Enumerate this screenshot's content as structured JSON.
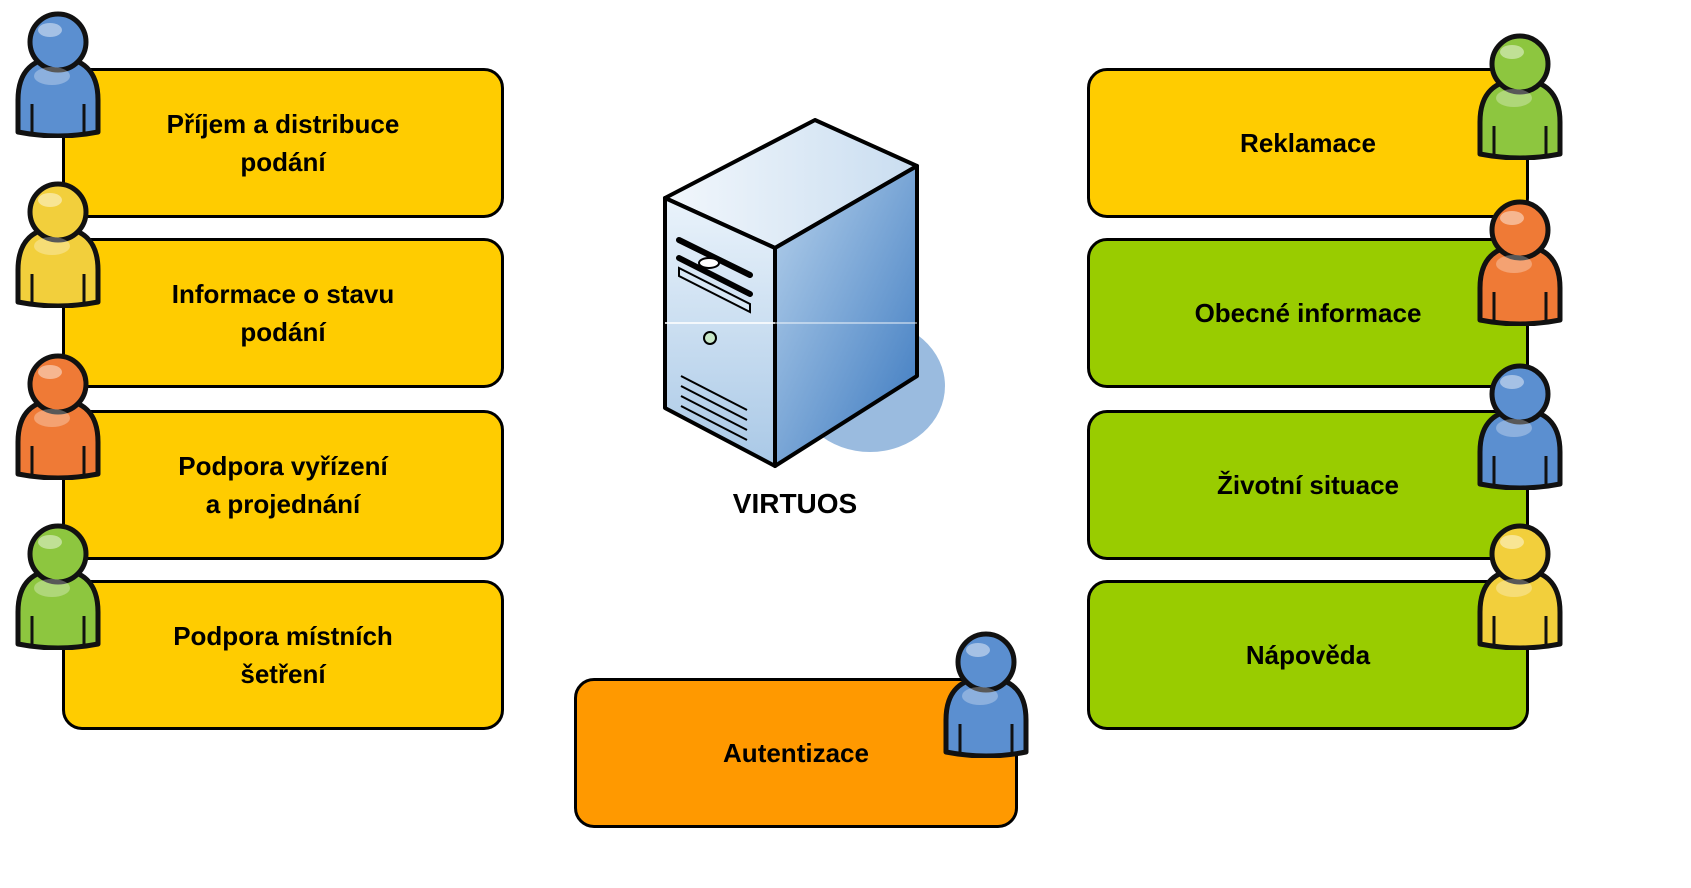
{
  "colors": {
    "yellow": "#ffcc00",
    "green": "#99cc00",
    "orange": "#ff9900",
    "person_blue": "#5b8fd0",
    "person_yellow": "#f2cf3c",
    "person_orange": "#ef7a36",
    "person_green": "#8dc63f"
  },
  "server": {
    "label": "VIRTUOS",
    "icon": "server-tower-icon"
  },
  "left_boxes": [
    {
      "label": "Příjem a distribuce\npodání",
      "person_color": "blue"
    },
    {
      "label": "Informace o stavu\npodání",
      "person_color": "yellow"
    },
    {
      "label": "Podpora vyřízení\na projednání",
      "person_color": "orange"
    },
    {
      "label": "Podpora místních\nšetření",
      "person_color": "green"
    }
  ],
  "right_boxes": [
    {
      "label": "Reklamace",
      "person_color": "green"
    },
    {
      "label": "Obecné informace",
      "person_color": "orange"
    },
    {
      "label": "Životní situace",
      "person_color": "blue"
    },
    {
      "label": "Nápověda",
      "person_color": "yellow"
    }
  ],
  "bottom_box": {
    "label": "Autentizace",
    "person_color": "blue"
  }
}
